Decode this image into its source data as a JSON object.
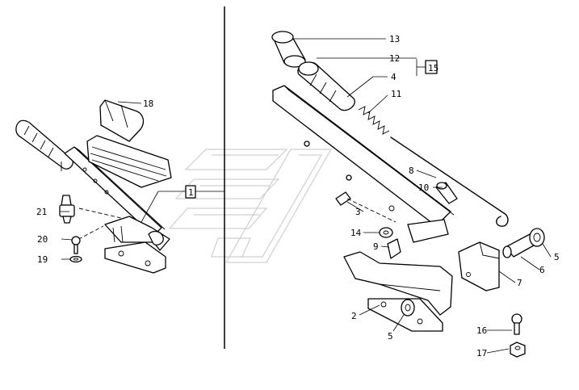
{
  "callouts": {
    "c13": "13",
    "c12": "12",
    "c15": "15",
    "c4": "4",
    "c11": "11",
    "c18": "18",
    "c8": "8",
    "c10": "10",
    "c21": "21",
    "c3": "3",
    "c1": "1",
    "c20": "20",
    "c14": "14",
    "c9": "9",
    "c5a": "5",
    "c19": "19",
    "c6": "6",
    "c7": "7",
    "c2": "2",
    "c5b": "5",
    "c16": "16",
    "c17": "17"
  }
}
